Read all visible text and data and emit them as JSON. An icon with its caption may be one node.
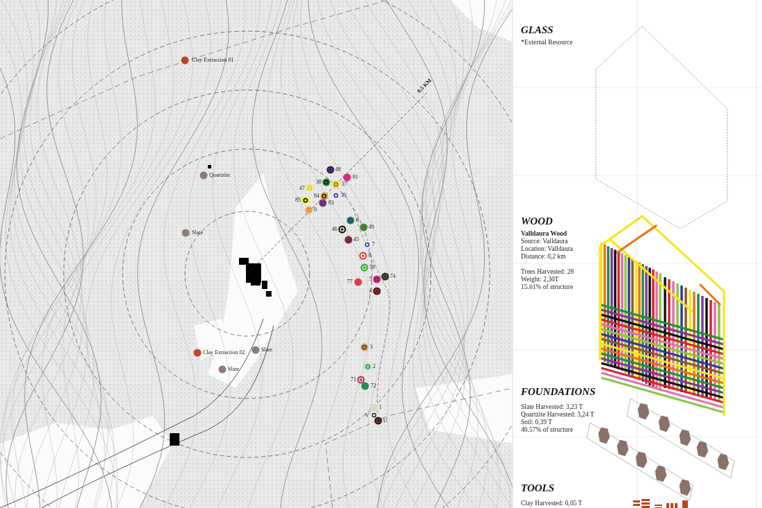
{
  "diagram": {
    "labels": [
      "Clay Extraction 01",
      "0,5 KM",
      "48",
      "81",
      "38",
      "37",
      "47",
      "Quartzite",
      "84",
      "36",
      "85",
      "83",
      "9",
      "Slate",
      "8",
      "46",
      "49",
      "45",
      "7",
      "6",
      "78",
      "74",
      "5",
      "77",
      "4",
      "3",
      "Slate",
      "Clay Extraction 02",
      "2",
      "Slate",
      "71",
      "72",
      "1",
      "V",
      "U",
      "GLASS",
      "*External Resource",
      "WOOD",
      "Valldaura Wood",
      "Source: Valldaura",
      "Location: Valldaura",
      "Distance: 0,2 km",
      "Trees Harvested: 28",
      "Weight: 2,30T",
      "15.61% of structure",
      "FOUNDATIONS",
      "Slate Harvested: 3,23 T",
      "Quartzite Harvested: 3,24 T",
      "Soil: 0,39 T",
      "46.57% of structure",
      "TOOLS",
      "Clay Harvested: 0,05 T"
    ]
  }
}
